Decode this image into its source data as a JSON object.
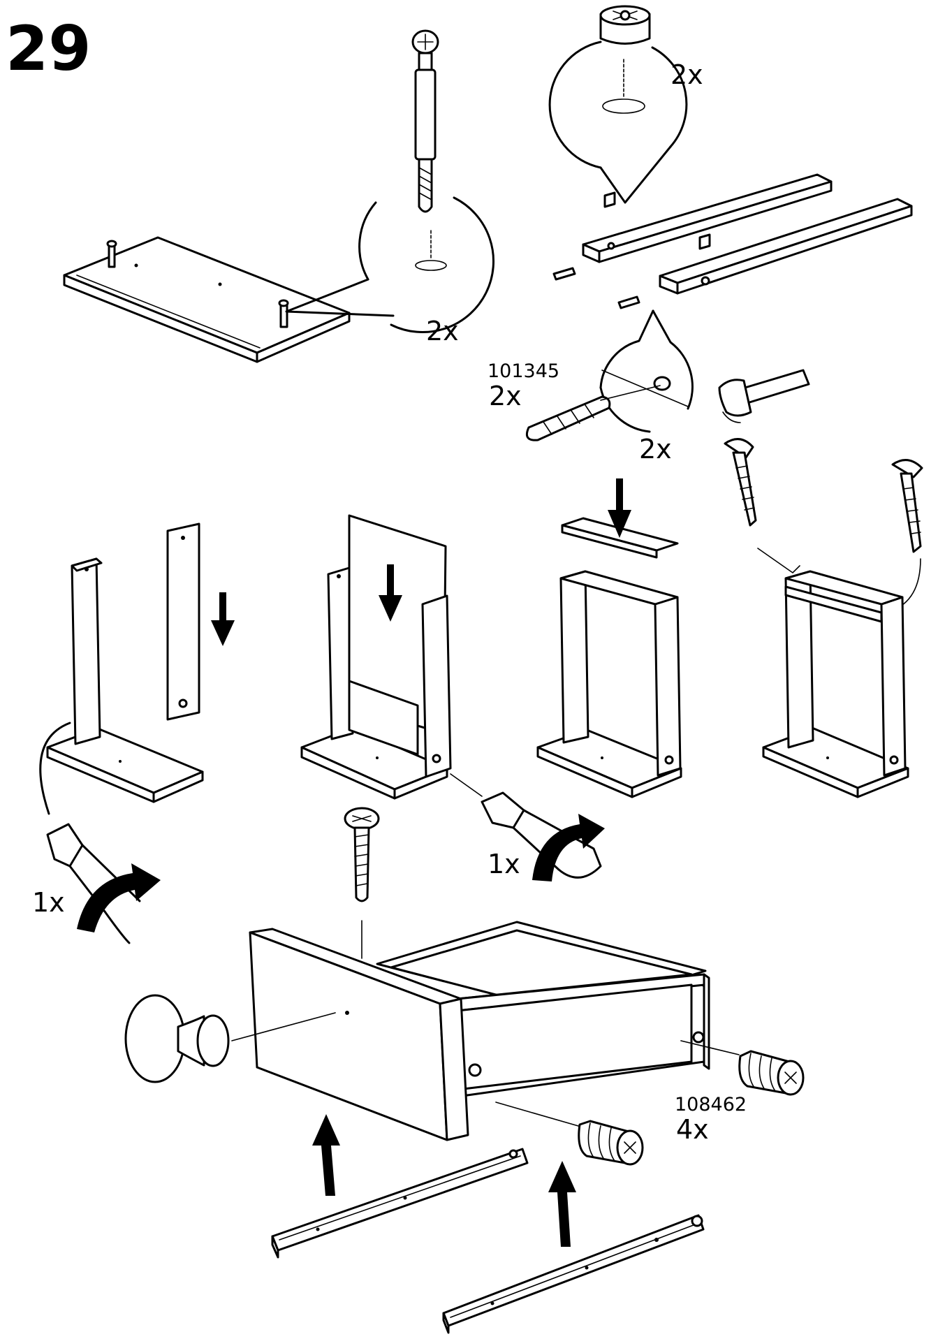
{
  "page": {
    "step_number": "29",
    "colors": {
      "ink": "#000000",
      "paper": "#ffffff"
    }
  },
  "callouts": {
    "dowel_magnifier_count": "2x",
    "cam_lock_count": "2x",
    "wood_dowel_part_number": "101345",
    "wood_dowel_count": "2x",
    "dowel_hole_count": "2x",
    "left_screwdriver_count": "1x",
    "right_screwdriver_count": "1x",
    "expansion_plug_part_number": "108462",
    "expansion_plug_count": "4x"
  },
  "icons": [
    "cam-bolt-icon",
    "cam-lock-icon",
    "wood-dowel-icon",
    "hammer-icon",
    "nail-icon",
    "screwdriver-icon",
    "rotate-arrow-icon",
    "down-arrow-icon",
    "up-arrow-icon",
    "knob-icon",
    "screw-icon",
    "expansion-plug-icon",
    "drawer-runner-icon"
  ]
}
